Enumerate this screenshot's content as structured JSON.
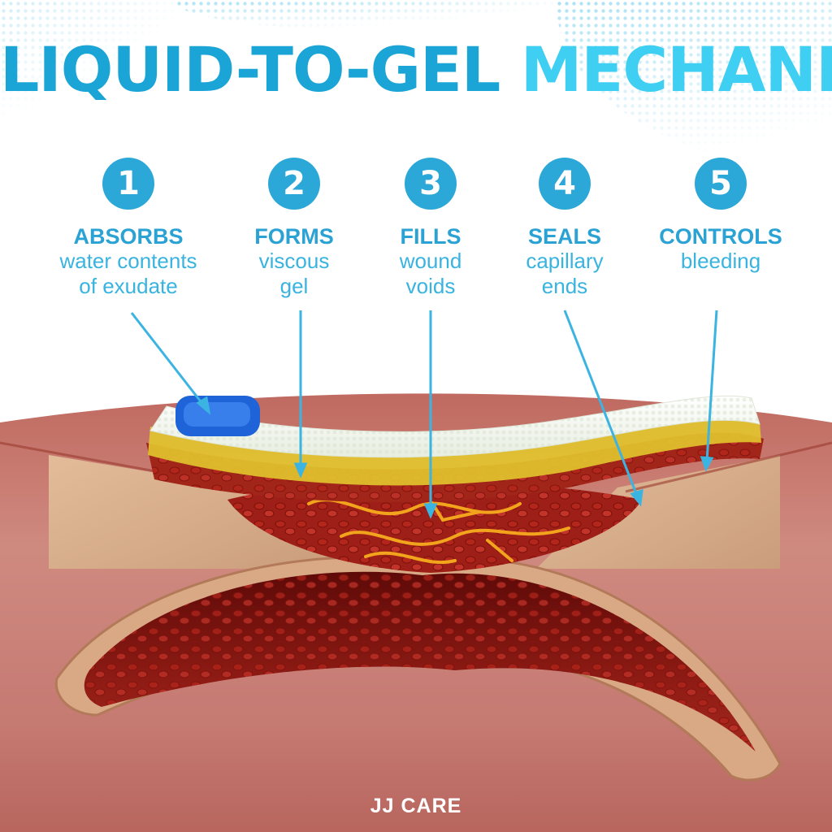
{
  "title": {
    "part1": "LIQUID-TO-GEL",
    "part2": "MECHANISM"
  },
  "colors": {
    "title_dark": "#1aa5d6",
    "title_light": "#3fcff2",
    "badge": "#2ba8d8",
    "arrow": "#3bb4e2",
    "skin": "#c7766c",
    "blood": "#8e1b14"
  },
  "steps": [
    {
      "number": "1",
      "heading": "ABSORBS",
      "text": "water contents\nof exudate"
    },
    {
      "number": "2",
      "heading": "FORMS",
      "text": "viscous\ngel"
    },
    {
      "number": "3",
      "heading": "FILLS",
      "text": "wound\nvoids"
    },
    {
      "number": "4",
      "heading": "SEALS",
      "text": "capillary\nends"
    },
    {
      "number": "5",
      "heading": "CONTROLS",
      "text": "bleeding"
    }
  ],
  "brand": "JJ CARE"
}
